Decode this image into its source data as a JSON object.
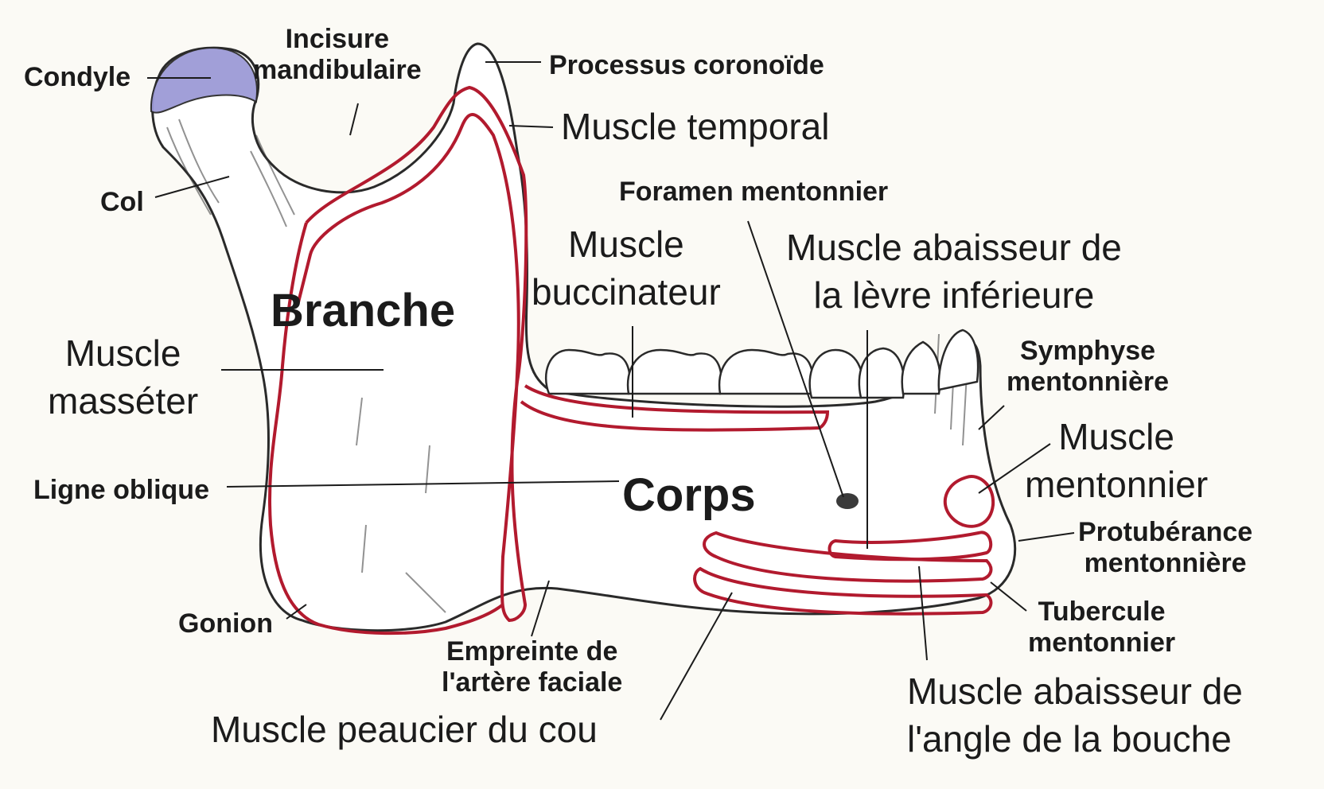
{
  "colors": {
    "background": "#fbfaf5",
    "bone_fill": "#ffffff",
    "outline": "#2a2a2a",
    "muscle_line": "#b21a2e",
    "condyle_fill": "#9c9ad6"
  },
  "labels": {
    "condyle": "Condyle",
    "incisure": [
      "Incisure",
      "mandibulaire"
    ],
    "coronoid": "Processus coronoïde",
    "temporal": "Muscle temporal",
    "col": "Col",
    "foramen": "Foramen mentonnier",
    "buccinator": [
      "Muscle",
      "buccinateur"
    ],
    "depressor_lip": [
      "Muscle abaisseur de",
      "la  lèvre inférieure"
    ],
    "branche": "Branche",
    "masseter": [
      "Muscle",
      "masséter"
    ],
    "symphysis": [
      "Symphyse",
      "mentonnière"
    ],
    "mentalis": [
      "Muscle",
      "mentonnier"
    ],
    "oblique_line": "Ligne oblique",
    "corps": "Corps",
    "protuberance": [
      "Protubérance",
      "mentonnière"
    ],
    "gonion": "Gonion",
    "tubercle": [
      "Tubercule",
      "mentonnier"
    ],
    "facial_artery": [
      "Empreinte de",
      "l'artère faciale"
    ],
    "depressor_angle": [
      "Muscle abaisseur de",
      "l'angle de la bouche"
    ],
    "platysma": "Muscle peaucier du cou"
  }
}
